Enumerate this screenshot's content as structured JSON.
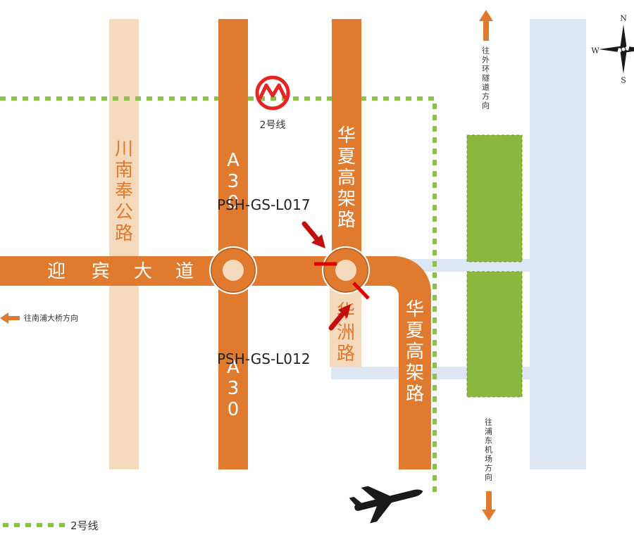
{
  "map": {
    "roads": {
      "chuannanfeng": {
        "chars": [
          "川",
          "南",
          "奉",
          "公",
          "路"
        ]
      },
      "a30_top": {
        "chars": [
          "A",
          "3",
          "0"
        ]
      },
      "a30_bottom": {
        "chars": [
          "A",
          "3",
          "0"
        ]
      },
      "huaxia_north": {
        "chars": [
          "华",
          "夏",
          "高",
          "架",
          "路"
        ]
      },
      "huaxia_east": {
        "chars": [
          "华",
          "夏",
          "高",
          "架",
          "路"
        ]
      },
      "yingbin": {
        "chars": [
          "迎",
          "宾",
          "大",
          "道"
        ]
      },
      "huazhou": {
        "chars": [
          "华",
          "洲",
          "路"
        ]
      }
    },
    "directions": {
      "west": "往南浦大桥方向",
      "north_chars": [
        "往",
        "外",
        "环",
        "隧",
        "道",
        "方",
        "向"
      ],
      "south_chars": [
        "往",
        "浦",
        "东",
        "机",
        "场",
        "方",
        "向"
      ]
    },
    "markers": {
      "north_code": "PSH-GS-L017",
      "south_code": "PSH-GS-L012"
    },
    "metro": {
      "station_label": "2号线"
    },
    "legend": {
      "line_label": "2号线"
    },
    "compass": {
      "n": "N",
      "s": "S",
      "w": "W"
    },
    "colors": {
      "main_road": "#e07a2e",
      "minor_road": "#f5d9bc",
      "light_road": "#dde6f3",
      "green_area": "#8ab83e",
      "metro_line": "#8bc34a",
      "marker": "#e00000",
      "arrow": "#c40e0e",
      "metro_logo": "#e52521"
    },
    "icons": [
      "metro-logo-icon",
      "compass-icon",
      "airplane-icon",
      "direction-arrow-icon",
      "pointer-arrow-icon"
    ]
  }
}
